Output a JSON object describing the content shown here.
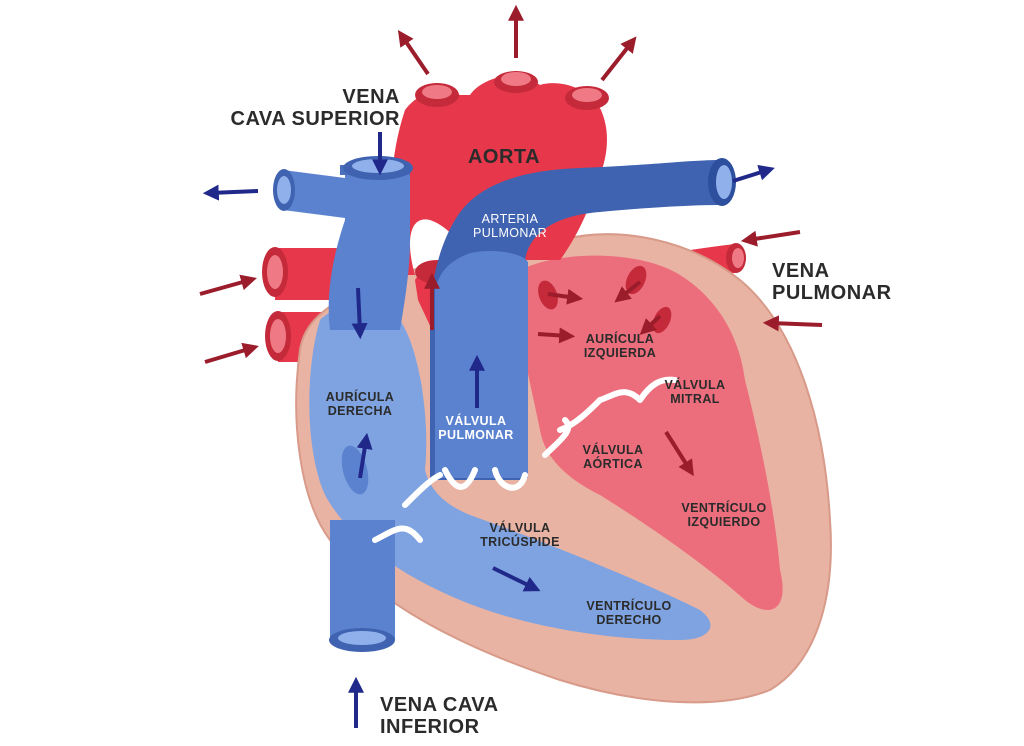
{
  "colors": {
    "oxygenated": "#e6384a",
    "oxygenated_dark": "#b9212f",
    "deoxygenated": "#5b82cf",
    "deoxygenated_dark": "#2d4f9e",
    "heart_wall": "#e9b3a3",
    "blue_arrow": "#20288a",
    "red_arrow": "#9b1c2a",
    "label_text": "#2b2b2b",
    "inner_label_text": "#ffffff"
  },
  "labels": {
    "vena_cava_superior": [
      "VENA",
      "CAVA SUPERIOR"
    ],
    "aorta": [
      "AORTA"
    ],
    "arteria_pulmonar": [
      "ARTERIA",
      "PULMONAR"
    ],
    "vena_pulmonar": [
      "VENA",
      "PULMONAR"
    ],
    "auricula_izquierda": [
      "AURÍCULA",
      "IZQUIERDA"
    ],
    "auricula_derecha": [
      "AURÍCULA",
      "DERECHA"
    ],
    "valvula_mitral": [
      "VÁLVULA",
      "MITRAL"
    ],
    "valvula_pulmonar": [
      "VÁLVULA",
      "PULMONAR"
    ],
    "valvula_aortica": [
      "VÁLVULA",
      "AÓRTICA"
    ],
    "ventriculo_izquierdo": [
      "VENTRÍCULO",
      "IZQUIERDO"
    ],
    "valvula_tricuspide": [
      "VÁLVULA",
      "TRICÚSPIDE"
    ],
    "ventriculo_derecho": [
      "VENTRÍCULO",
      "DERECHO"
    ],
    "vena_cava_inferior": [
      "VENA CAVA",
      "INFERIOR"
    ]
  }
}
